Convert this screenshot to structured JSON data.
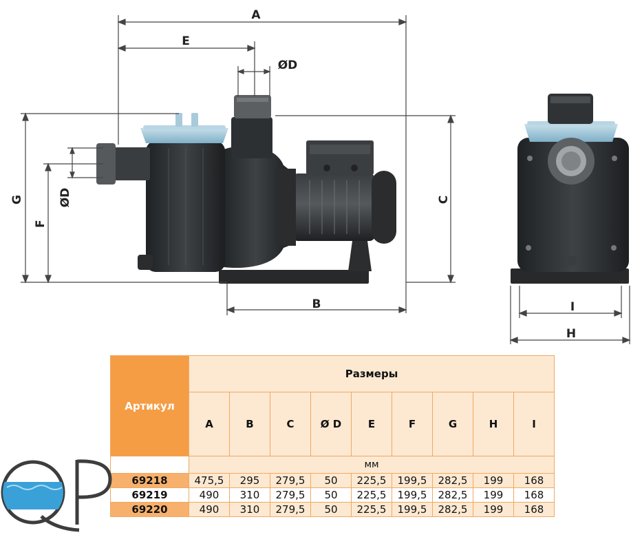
{
  "dimensions": {
    "A": "A",
    "B": "B",
    "C": "C",
    "D_top": "ØD",
    "D_side": "ØD",
    "E": "E",
    "F": "F",
    "G": "G",
    "H": "H",
    "I": "I"
  },
  "table": {
    "article_header": "Артикул",
    "group_header": "Размеры",
    "columns": [
      "A",
      "B",
      "C",
      "Ø D",
      "E",
      "F",
      "G",
      "H",
      "I"
    ],
    "unit": "мм",
    "rows": [
      {
        "article": "69218",
        "values": [
          "475,5",
          "295",
          "279,5",
          "50",
          "225,5",
          "199,5",
          "282,5",
          "199",
          "168"
        ]
      },
      {
        "article": "69219",
        "values": [
          "490",
          "310",
          "279,5",
          "50",
          "225,5",
          "199,5",
          "282,5",
          "199",
          "168"
        ]
      },
      {
        "article": "69220",
        "values": [
          "490",
          "310",
          "279,5",
          "50",
          "225,5",
          "199,5",
          "282,5",
          "199",
          "168"
        ]
      }
    ]
  },
  "logo": {
    "letters": "QP"
  },
  "colors": {
    "accent_orange": "#f59d45",
    "light_orange": "#fde9d2",
    "pump_body": "#2e3133",
    "lid_blue": "#9cc4d8",
    "logo_water": "#3aa0d8"
  }
}
